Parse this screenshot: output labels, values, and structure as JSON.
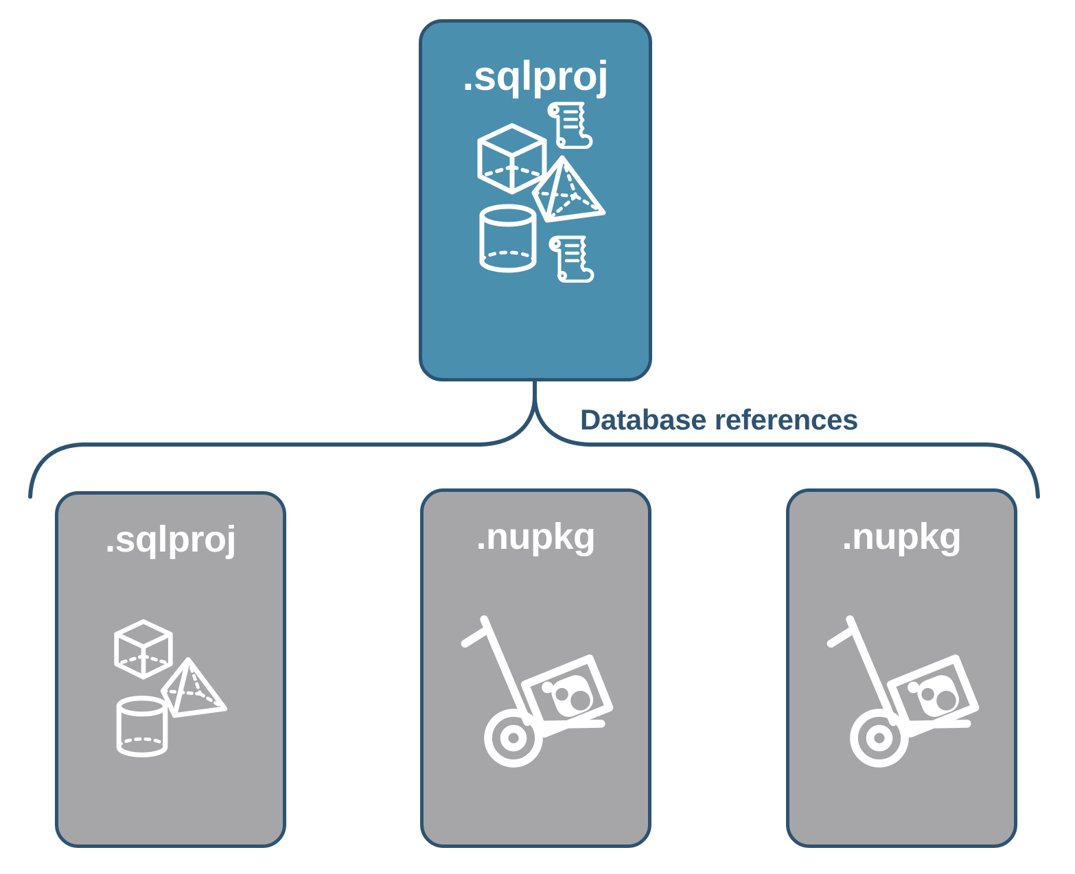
{
  "diagram": {
    "title_text": "Database references",
    "colors": {
      "root_fill": "#4a8fae",
      "reference_fill": "#a6a6a8",
      "border": "#2d5372",
      "label_text": "#2d5372",
      "node_text": "#ffffff",
      "icon_stroke": "#ffffff",
      "background": "#ffffff"
    },
    "root": {
      "label": ".sqlproj",
      "icons": [
        "cube-wireframe-icon",
        "pyramid-wireframe-icon",
        "cylinder-wireframe-icon",
        "scroll-script-icon",
        "scroll-script-icon"
      ]
    },
    "connector": {
      "label": "Database references",
      "type": "curly-brace"
    },
    "references": [
      {
        "label": ".sqlproj",
        "icons": [
          "cube-wireframe-icon",
          "pyramid-wireframe-icon",
          "cylinder-wireframe-icon"
        ]
      },
      {
        "label": ".nupkg",
        "icons": [
          "hand-truck-package-icon"
        ]
      },
      {
        "label": ".nupkg",
        "icons": [
          "hand-truck-package-icon"
        ]
      }
    ]
  }
}
